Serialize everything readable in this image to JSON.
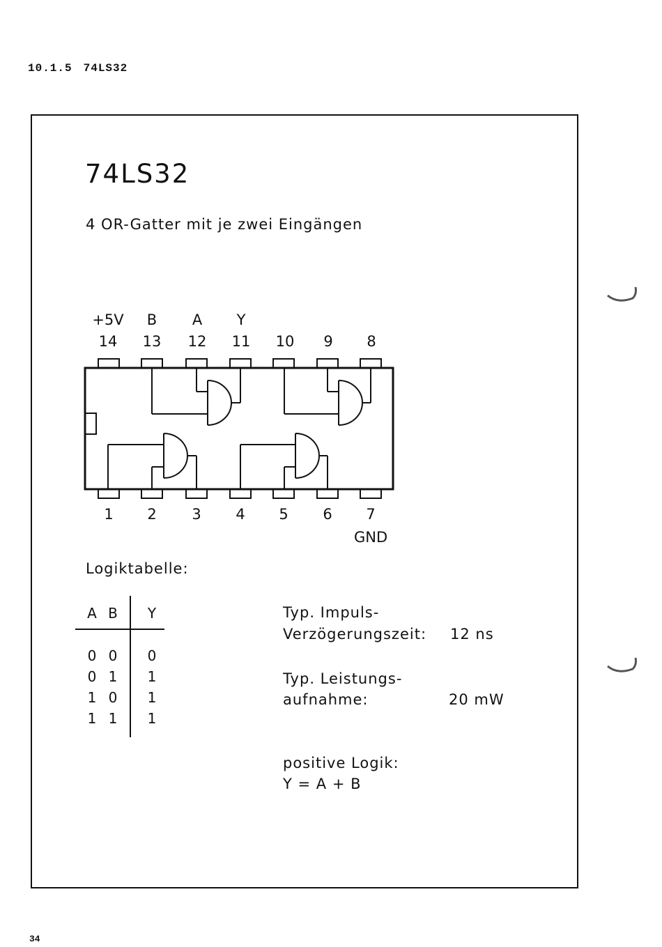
{
  "section": {
    "number": "10.1.5",
    "title": "74LS32"
  },
  "chip": {
    "title": "74LS32",
    "description": "4 OR-Gatter mit je zwei Eingängen"
  },
  "pins_top": {
    "labels": [
      "+5V",
      "B",
      "A",
      "Y"
    ],
    "numbers": [
      "14",
      "13",
      "12",
      "11",
      "10",
      "9",
      "8"
    ]
  },
  "pins_bottom": {
    "numbers": [
      "1",
      "2",
      "3",
      "4",
      "5",
      "6",
      "7"
    ],
    "gnd": "GND"
  },
  "truth_table": {
    "title": "Logiktabelle:",
    "headers": [
      "A",
      "B",
      "Y"
    ],
    "rows": [
      [
        "0",
        "0",
        "0"
      ],
      [
        "0",
        "1",
        "1"
      ],
      [
        "1",
        "0",
        "1"
      ],
      [
        "1",
        "1",
        "1"
      ]
    ]
  },
  "specs": {
    "delay_line1": "Typ. Impuls-",
    "delay_line2": "Verzögerungszeit:",
    "delay_value": "12 ns",
    "power_line1": "Typ. Leistungs-",
    "power_line2": "aufnahme:",
    "power_value": "20 mW",
    "logic_label": "positive Logik:",
    "logic_equation": "Y = A + B"
  },
  "page_number": "34"
}
